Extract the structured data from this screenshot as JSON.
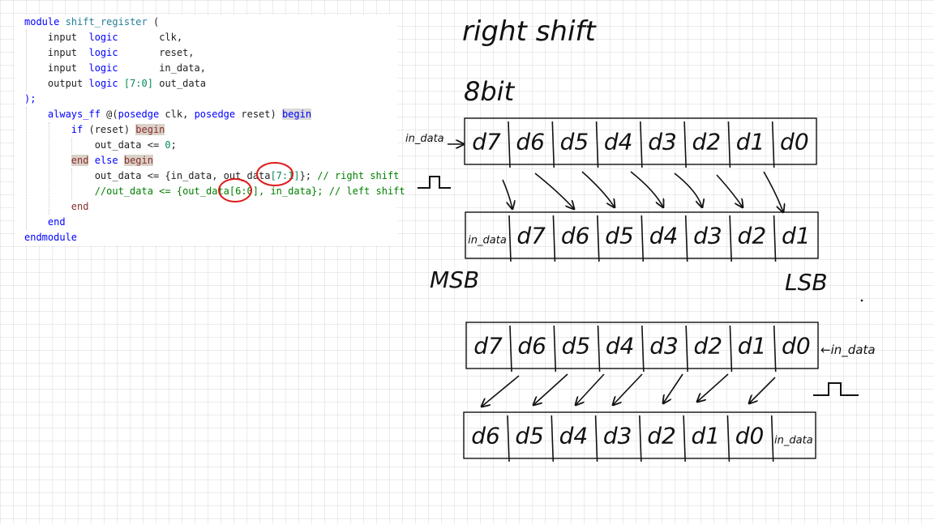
{
  "code": {
    "l1": {
      "kw": "module",
      "name": "shift_register",
      "rest": " ("
    },
    "l2": {
      "dir": "input",
      "type": "logic",
      "pad": "       ",
      "sig": "clk,"
    },
    "l3": {
      "dir": "input",
      "type": "logic",
      "pad": "       ",
      "sig": "reset,"
    },
    "l4": {
      "dir": "input",
      "type": "logic",
      "pad": "       ",
      "sig": "in_data,"
    },
    "l5": {
      "dir": "output",
      "type": "logic",
      "range": "[7:0]",
      "sig": "out_data"
    },
    "l6": {
      "text": ");"
    },
    "l7": {
      "kw": "always_ff",
      "at": " @(",
      "pos1": "posedge",
      "clk": " clk, ",
      "pos2": "posedge",
      "rst": " reset) ",
      "begin": "begin"
    },
    "l8": {
      "if": "if",
      "cond": " (reset) ",
      "begin": "begin"
    },
    "l9": {
      "pre": "out_data <= ",
      "zero": "0",
      "post": ";"
    },
    "l10": {
      "end": "end",
      "else": "else",
      "begin": "begin"
    },
    "l11": {
      "pre": "out_data <= {in_data, out_data",
      "range": "[7:1]",
      "post": "}; ",
      "comment": "// right shift"
    },
    "l12": {
      "comment_a": "//out_data <= {out_data",
      "range": "[6:0]",
      "comment_b": ", in_data}; // left shift"
    },
    "l13": {
      "end": "end"
    },
    "l14": {
      "end": "end"
    },
    "l15": {
      "text": "endmodule"
    }
  },
  "whiteboard": {
    "title": "right shift",
    "width": "8bit",
    "in_data_label": "in_data",
    "right_top_cells": [
      "d7",
      "d6",
      "d5",
      "d4",
      "d3",
      "d2",
      "d1",
      "d0"
    ],
    "right_bottom_cells": [
      "in_data",
      "d7",
      "d6",
      "d5",
      "d4",
      "d3",
      "d2",
      "d1"
    ],
    "msb": "MSB",
    "lsb": "LSB",
    "left_top_cells": [
      "d7",
      "d6",
      "d5",
      "d4",
      "d3",
      "d2",
      "d1",
      "d0"
    ],
    "left_in_label": "←in_data",
    "left_bottom_cells": [
      "d6",
      "d5",
      "d4",
      "d3",
      "d2",
      "d1",
      "d0",
      "in_data"
    ]
  }
}
